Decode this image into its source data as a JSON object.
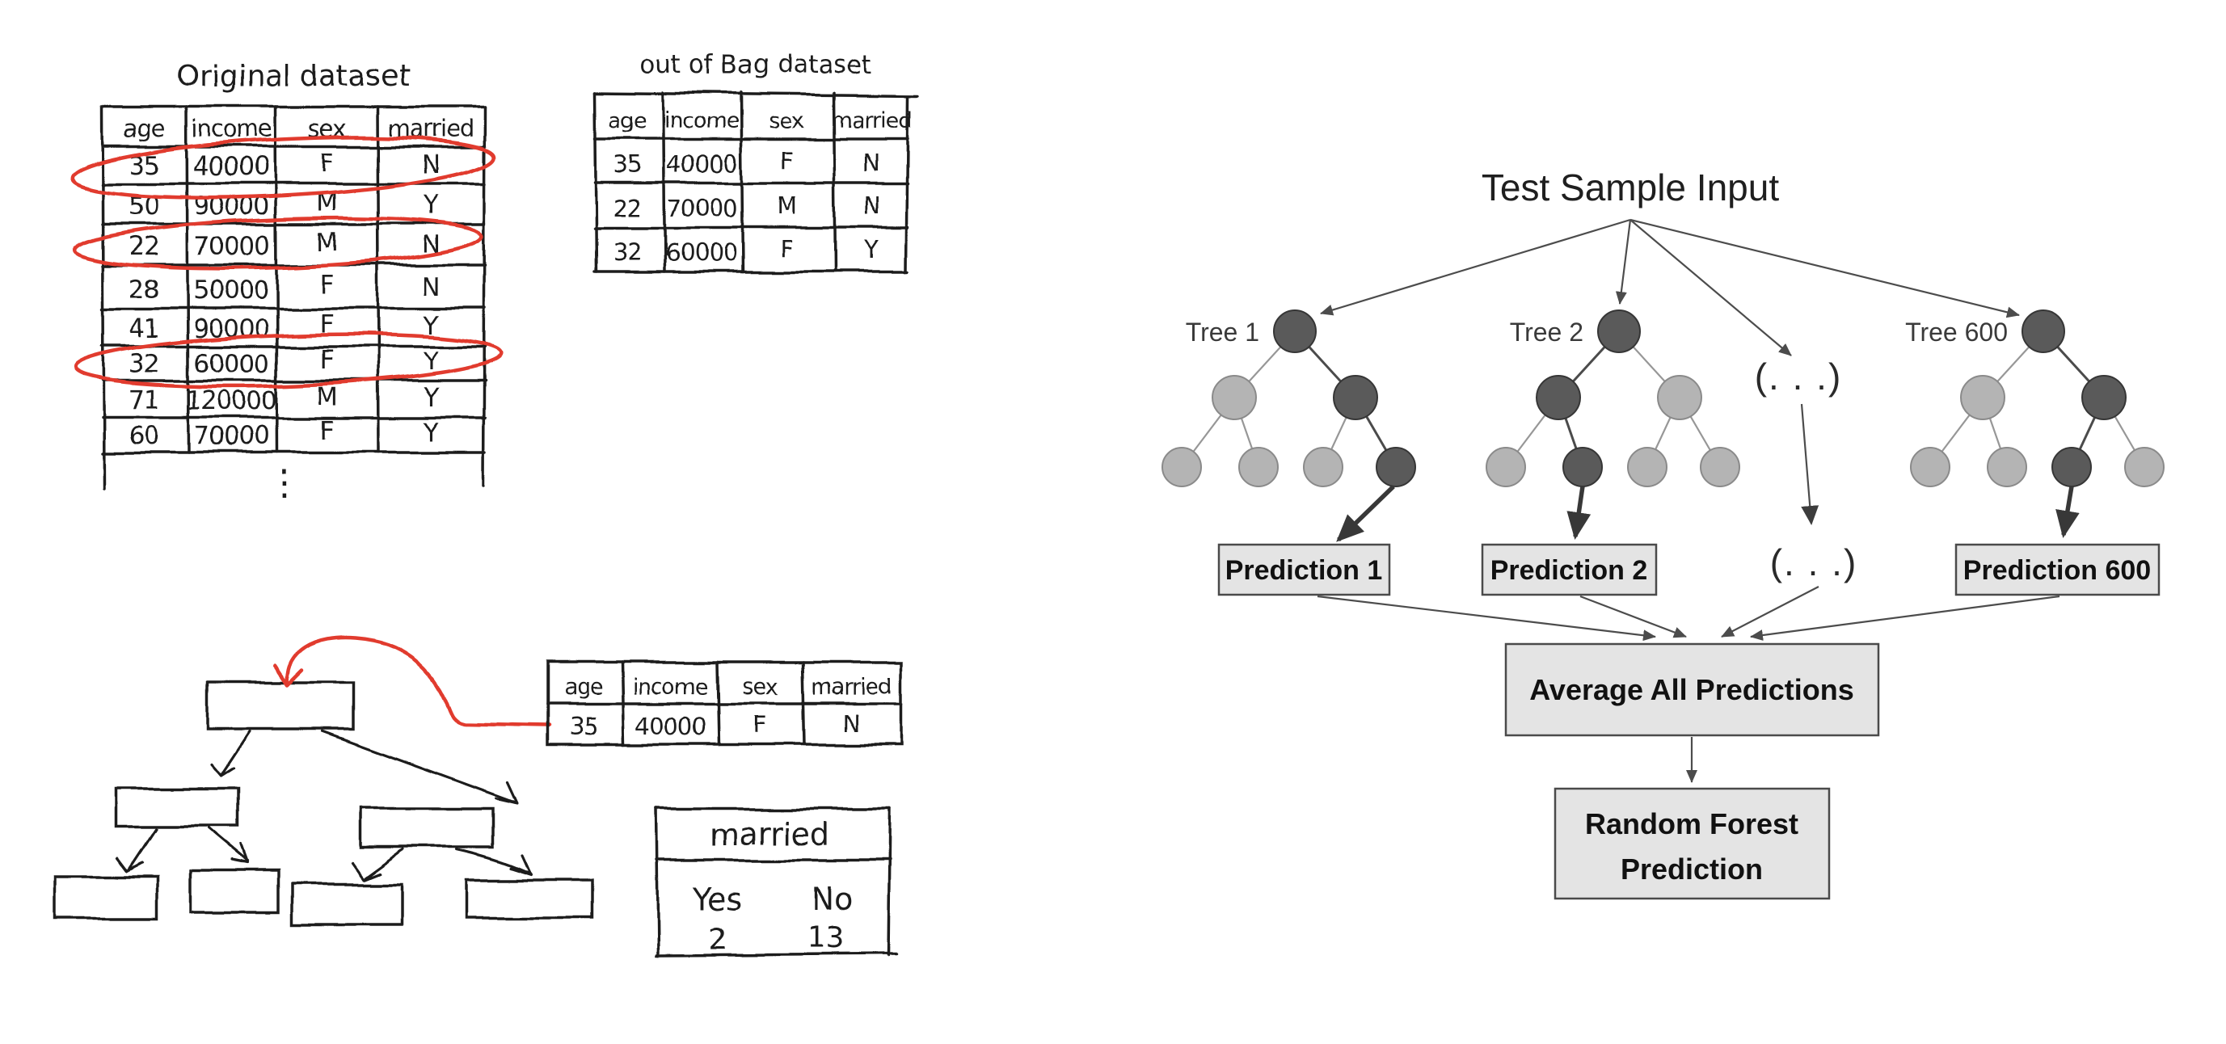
{
  "left": {
    "ink": "#1f1f1f",
    "red": "#e13a2d",
    "orig": {
      "title": "Original dataset",
      "h": [
        "age",
        "income",
        "sex",
        "married"
      ],
      "rows": [
        [
          "35",
          "40000",
          "F",
          "N"
        ],
        [
          "50",
          "90000",
          "M",
          "Y"
        ],
        [
          "22",
          "70000",
          "M",
          "N"
        ],
        [
          "28",
          "50000",
          "F",
          "N"
        ],
        [
          "41",
          "90000",
          "F",
          "Y"
        ],
        [
          "32",
          "60000",
          "F",
          "Y"
        ],
        [
          "71",
          "120000",
          "M",
          "Y"
        ],
        [
          "60",
          "70000",
          "F",
          "Y"
        ]
      ],
      "circled_rows": [
        0,
        2,
        5
      ],
      "ellipsis": "⋮"
    },
    "oob": {
      "title": "out of Bag dataset",
      "h": [
        "age",
        "income",
        "sex",
        "married"
      ],
      "rows": [
        [
          "35",
          "40000",
          "F",
          "N"
        ],
        [
          "22",
          "70000",
          "M",
          "N"
        ],
        [
          "32",
          "60000",
          "F",
          "Y"
        ]
      ]
    },
    "test": {
      "h": [
        "age",
        "income",
        "sex",
        "married"
      ],
      "row": [
        "35",
        "40000",
        "F",
        "N"
      ]
    },
    "married": {
      "title": "married",
      "cols": [
        "Yes",
        "No"
      ],
      "counts": [
        "2",
        "13"
      ]
    }
  },
  "diagram": {
    "title": "Test Sample Input",
    "trees": [
      {
        "label": "Tree 1",
        "prediction": "Prediction 1"
      },
      {
        "label": "Tree 2",
        "prediction": "Prediction 2"
      },
      {
        "label": "Tree 600",
        "prediction": "Prediction 600"
      }
    ],
    "dots1": "(. . .)",
    "dots2": "(. . .)",
    "avg": "Average All Predictions",
    "final1": "Random Forest",
    "final2": "Prediction",
    "nodeDark": "#5a5a5a",
    "nodeLight": "#b4b4b4",
    "boxFill": "#e4e4e4"
  }
}
